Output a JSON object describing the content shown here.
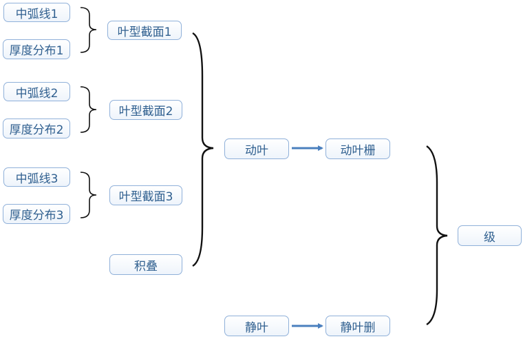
{
  "nodes": {
    "camber_line_1": "中弧线1",
    "thickness_dist_1": "厚度分布1",
    "camber_line_2": "中弧线2",
    "thickness_dist_2": "厚度分布2",
    "camber_line_3": "中弧线3",
    "thickness_dist_3": "厚度分布3",
    "blade_section_1": "叶型截面1",
    "blade_section_2": "叶型截面2",
    "blade_section_3": "叶型截面3",
    "stacking": "积叠",
    "rotor_blade": "动叶",
    "rotor_cascade": "动叶栅",
    "stator_blade": "静叶",
    "stator_cascade": "静叶删",
    "stage": "级"
  },
  "colors": {
    "node_border": "#8fb0d9",
    "node_text": "#2f5f8f",
    "bracket": "#111111",
    "arrow": "#4a7fbe"
  }
}
